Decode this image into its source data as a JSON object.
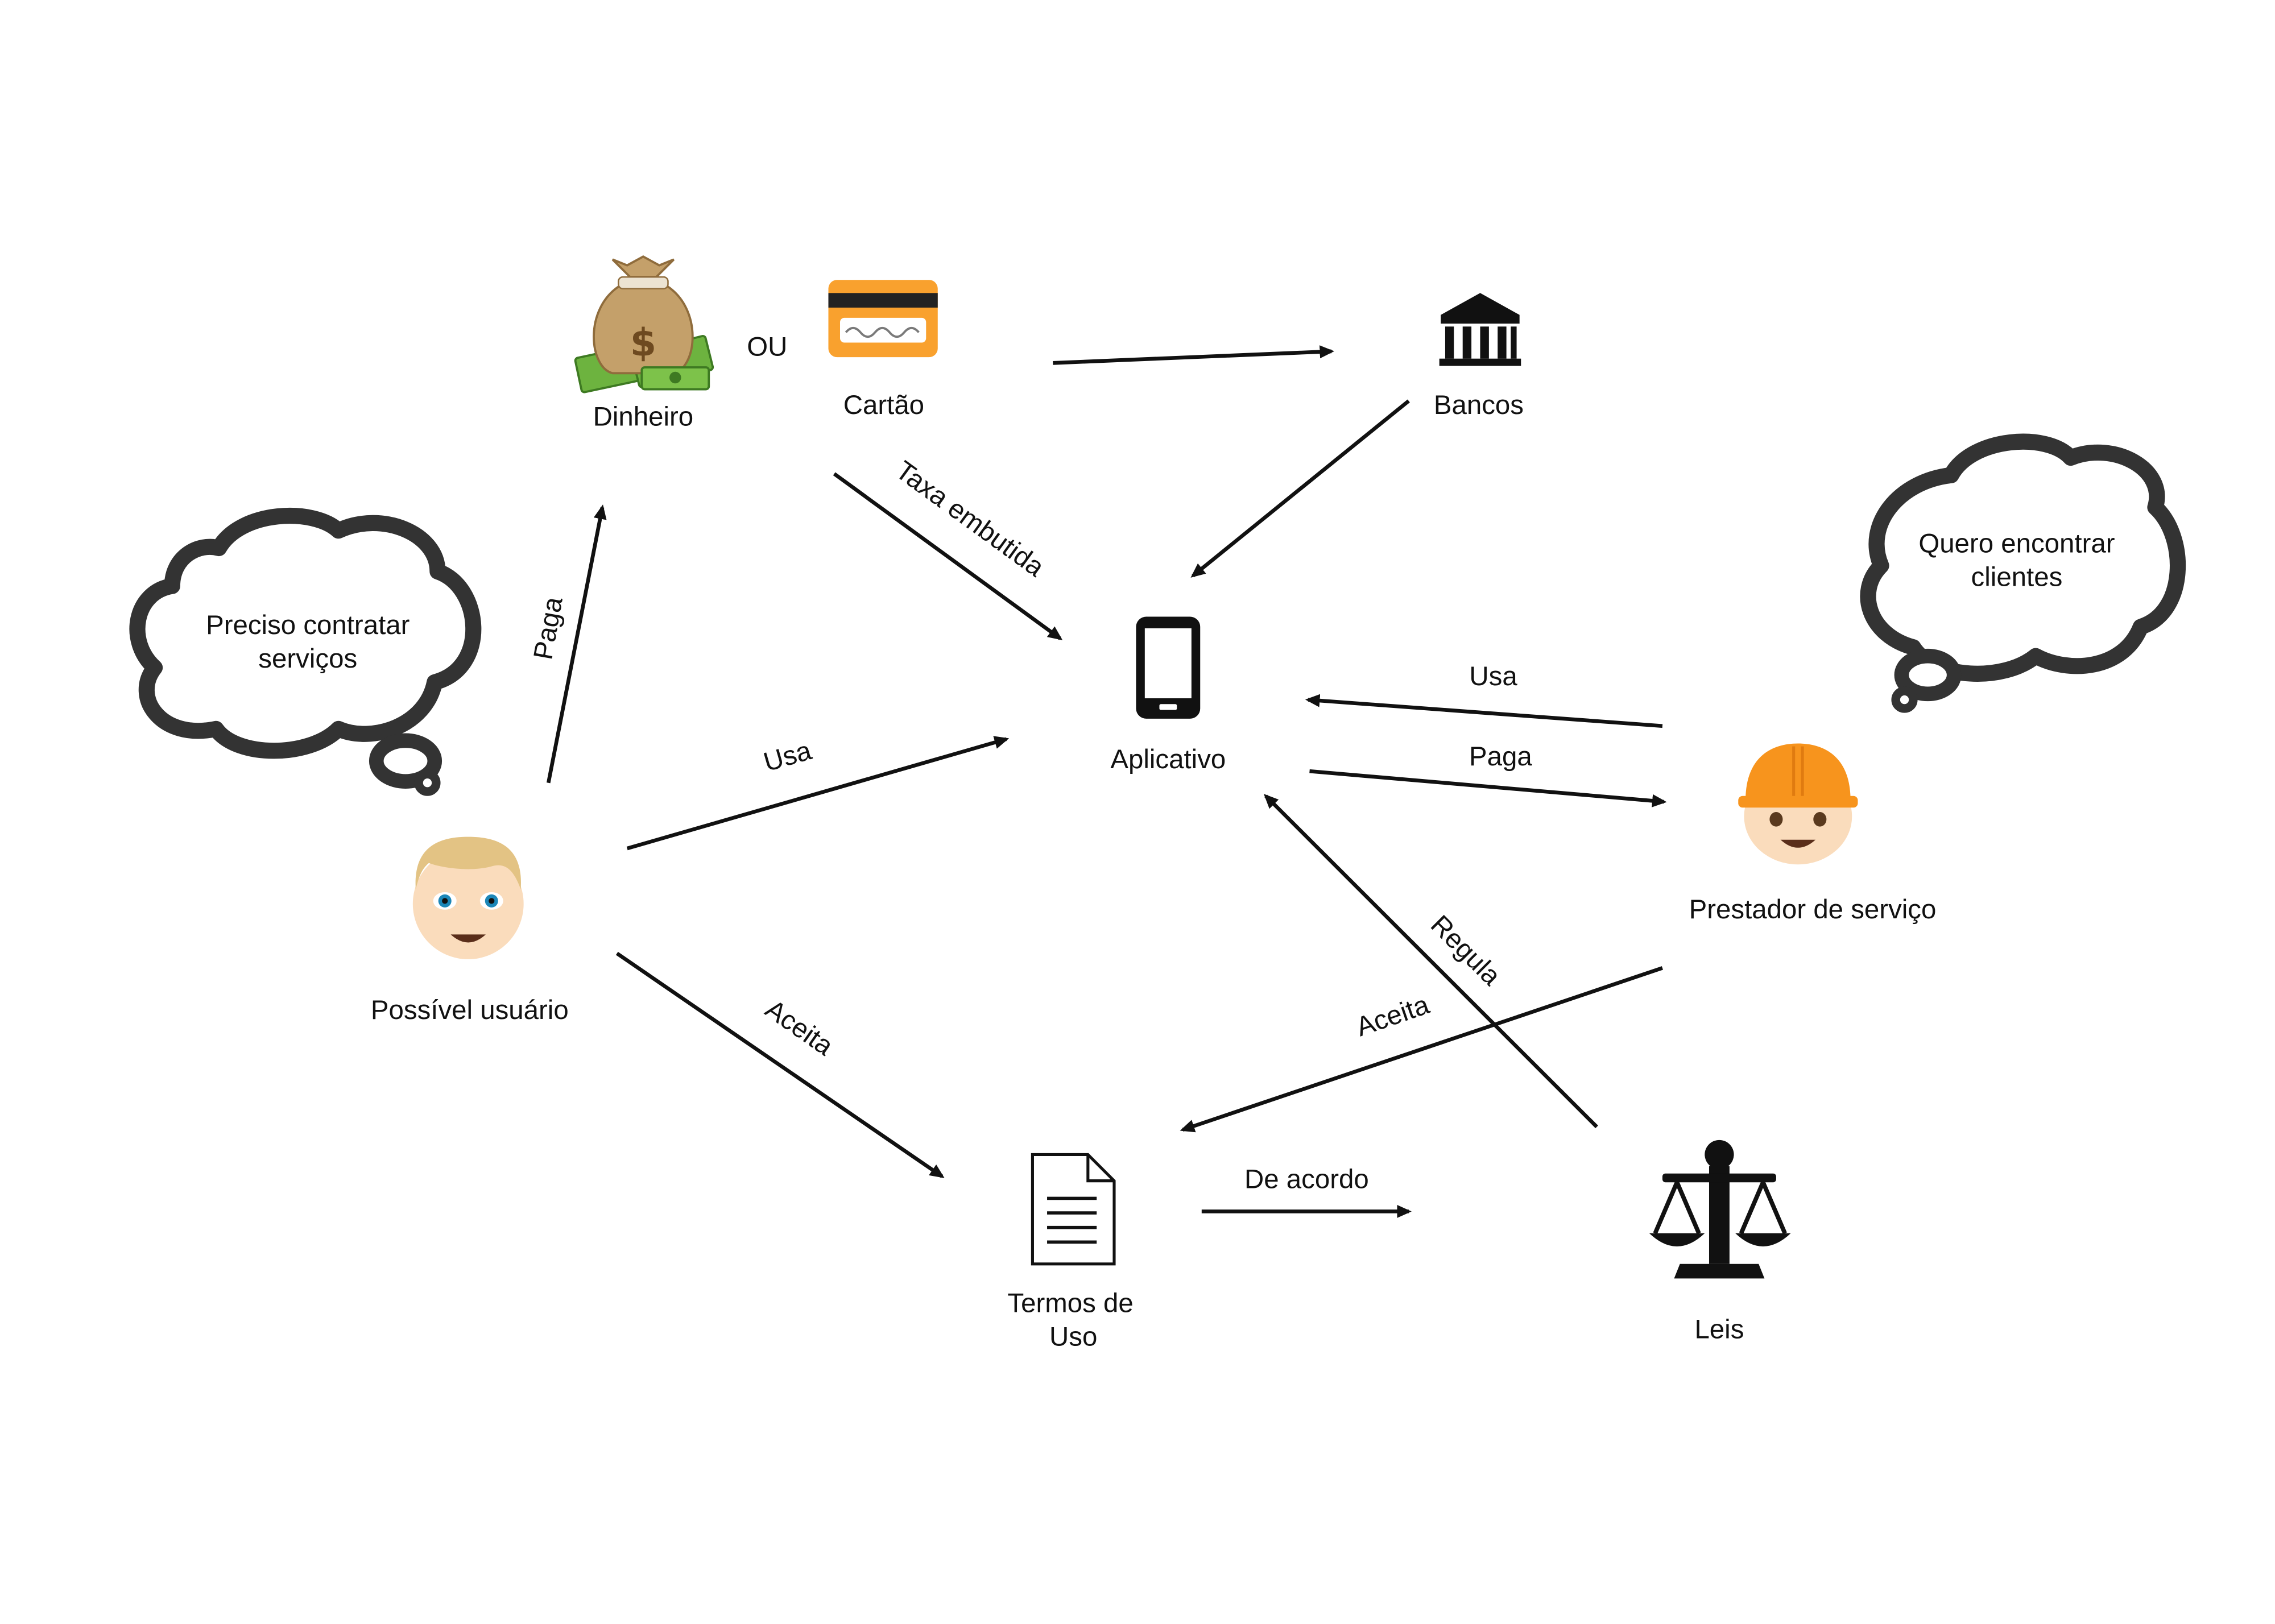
{
  "nodes": {
    "dinheiro": "Dinheiro",
    "ou": "OU",
    "cartao": "Cartão",
    "bancos": "Bancos",
    "aplicativo": "Aplicativo",
    "prestador": "Prestador de serviço",
    "usuario": "Possível usuário",
    "termos_line1": "Termos de",
    "termos_line2": "Uso",
    "leis": "Leis"
  },
  "bubbles": {
    "user_line1": "Preciso contratar",
    "user_line2": "serviços",
    "provider_line1": "Quero encontrar",
    "provider_line2": "clientes"
  },
  "edges": {
    "taxa": "Taxa embutida",
    "paga_user": "Paga",
    "usa_user": "Usa",
    "aceita_user": "Aceita",
    "usa_provider": "Usa",
    "paga_provider": "Paga",
    "regula": "Regula",
    "aceita_provider": "Aceita",
    "de_acordo": "De acordo"
  },
  "colors": {
    "ink": "#111111",
    "card_orange": "#F9A12E",
    "helmet_orange": "#F7941D",
    "money_green": "#6DB33F",
    "bag_tan": "#C4A06A",
    "skin": "#FADCBC",
    "hair": "#E3C384"
  }
}
